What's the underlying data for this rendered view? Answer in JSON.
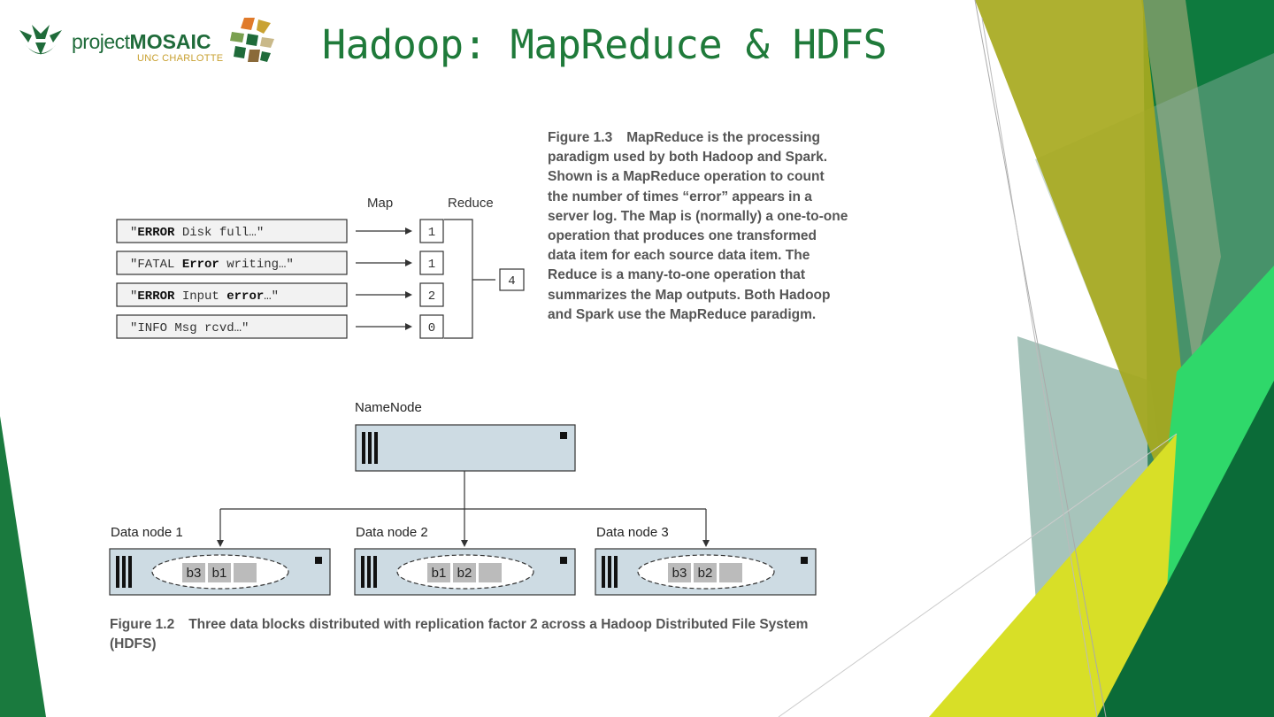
{
  "logo": {
    "word_light": "project",
    "word_bold": "MOSAIC",
    "subtitle": "UNC CHARLOTTE"
  },
  "title": "Hadoop: MapReduce & HDFS",
  "figure_mapreduce": {
    "col_map": "Map",
    "col_reduce": "Reduce",
    "log_lines": [
      [
        {
          "t": "\"",
          "b": false
        },
        {
          "t": "ERROR",
          "b": true
        },
        {
          "t": " Disk full…\"",
          "b": false
        }
      ],
      [
        {
          "t": "\"FATAL ",
          "b": false
        },
        {
          "t": "Error",
          "b": true
        },
        {
          "t": " writing…\"",
          "b": false
        }
      ],
      [
        {
          "t": "\"",
          "b": false
        },
        {
          "t": "ERROR",
          "b": true
        },
        {
          "t": " Input ",
          "b": false
        },
        {
          "t": "error",
          "b": true
        },
        {
          "t": "…\"",
          "b": false
        }
      ],
      [
        {
          "t": "\"INFO Msg rcvd…\"",
          "b": false
        }
      ]
    ],
    "map_values": [
      "1",
      "1",
      "2",
      "0"
    ],
    "reduce_value": "4",
    "caption_number": "Figure 1.3",
    "caption_text": "MapReduce is the processing paradigm used by both Hadoop and Spark. Shown is a MapReduce operation to count the number of times “error” appears in a server log. The Map is (normally) a one-to-one operation that produces one transformed data item for each source data item. The Reduce is a many-to-one operation that summarizes the Map outputs. Both Hadoop and Spark use the MapReduce paradigm."
  },
  "figure_hdfs": {
    "namenode_label": "NameNode",
    "datanodes": [
      {
        "label": "Data node 1",
        "blocks": [
          "b3",
          "b1"
        ]
      },
      {
        "label": "Data node 2",
        "blocks": [
          "b1",
          "b2"
        ]
      },
      {
        "label": "Data node 3",
        "blocks": [
          "b3",
          "b2"
        ]
      }
    ],
    "caption_number": "Figure 1.2",
    "caption_text": "Three data blocks distributed with replication factor 2 across a Hadoop Distributed File System (HDFS)"
  },
  "colors": {
    "title_green": "#1f7a3a",
    "node_fill": "#cddbe3",
    "block_fill": "#bbbbbb",
    "caption_gray": "#555555"
  }
}
